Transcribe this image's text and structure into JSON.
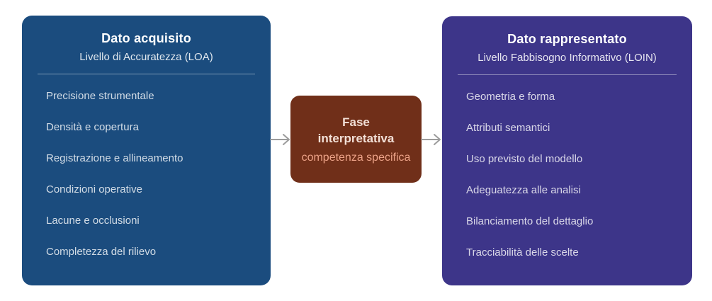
{
  "colors": {
    "left-box-bg": "#1b4c7e",
    "right-box-bg": "#3d3589",
    "center-box-bg": "#702f19",
    "center-title": "#f3e0d7",
    "center-subtitle": "#eca287",
    "arrow": "#9c9c9c"
  },
  "left_box": {
    "title": "Dato acquisito",
    "subtitle": "Livello di Accuratezza (LOA)",
    "items": [
      "Precisione strumentale",
      "Densità e copertura",
      "Registrazione e allineamento",
      "Condizioni operative",
      "Lacune e occlusioni",
      "Completezza del rilievo"
    ]
  },
  "center_box": {
    "title": "Fase interpretativa",
    "subtitle": "competenza specifica"
  },
  "right_box": {
    "title": "Dato rappresentato",
    "subtitle": "Livello Fabbisogno Informativo (LOIN)",
    "items": [
      "Geometria e forma",
      "Attributi semantici",
      "Uso previsto del modello",
      "Adeguatezza alle analisi",
      "Bilanciamento del dettaglio",
      "Tracciabilità delle scelte"
    ]
  }
}
